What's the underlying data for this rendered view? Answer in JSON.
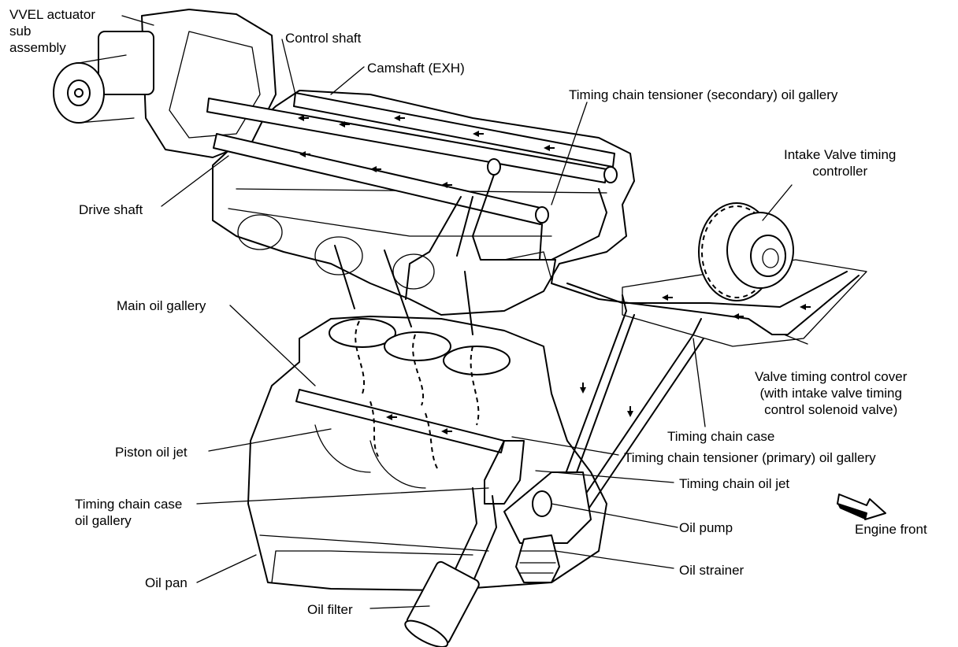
{
  "labels": {
    "vvel_actuator": [
      "VVEL actuator",
      "sub",
      "assembly"
    ],
    "control_shaft": "Control shaft",
    "camshaft_exh": "Camshaft (EXH)",
    "tensioner_secondary": "Timing chain tensioner (secondary) oil gallery",
    "intake_vtc": [
      "Intake Valve timing",
      "controller"
    ],
    "drive_shaft": "Drive shaft",
    "main_oil_gallery": "Main oil gallery",
    "vtc_cover": [
      "Valve timing control cover",
      "(with intake valve timing",
      "control solenoid valve)"
    ],
    "timing_chain_case": "Timing chain case",
    "piston_oil_jet": "Piston oil jet",
    "tensioner_primary": "Timing chain tensioner (primary) oil gallery",
    "timing_chain_oil_jet": "Timing chain oil jet",
    "case_oil_gallery": [
      "Timing chain case",
      "oil gallery"
    ],
    "oil_pump": "Oil pump",
    "engine_front": "Engine front",
    "oil_pan": "Oil pan",
    "oil_strainer": "Oil strainer",
    "oil_filter": "Oil filter"
  }
}
